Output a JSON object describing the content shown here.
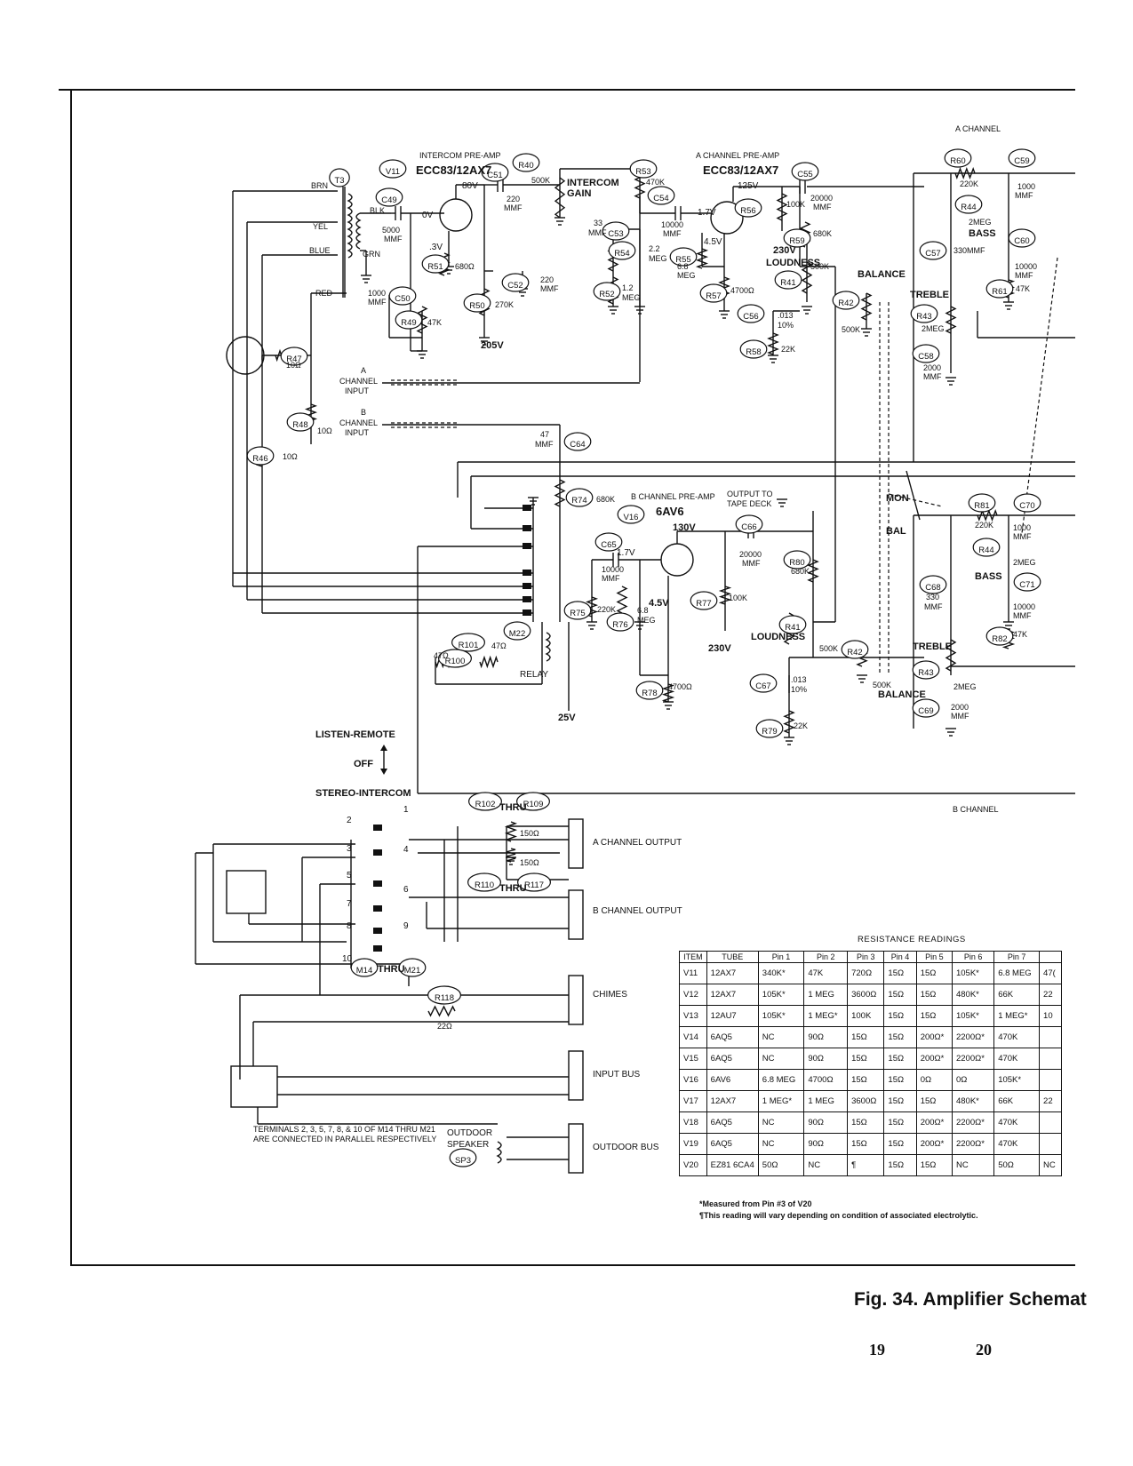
{
  "figure": {
    "caption": "Fig. 34. Amplifier Schemat",
    "page_left": "19",
    "page_right": "20"
  },
  "headings": {
    "a_channel": "A CHANNEL",
    "b_channel": "B CHANNEL",
    "intercom_preamp": "INTERCOM PRE-AMP",
    "a_preamp": "A CHANNEL PRE-AMP",
    "b_preamp": "B CHANNEL PRE-AMP",
    "output_tape_1": "OUTPUT TO",
    "output_tape_2": "TAPE DECK"
  },
  "tubes": {
    "v11_intercom": "ECC83/12AX7",
    "v11_a": "ECC83/12AX7",
    "v16": "6AV6"
  },
  "voltages": {
    "v80": "80V",
    "v125": "125V",
    "v0": "0V",
    "v03": ".3V",
    "v17a": "1.7V",
    "v45a": "4.5V",
    "v230a": "230V",
    "v205": "205V",
    "v130": "130V",
    "v17b": "1.7V",
    "v45b": "4.5V",
    "v230b": "230V",
    "v25": "25V"
  },
  "labels": {
    "intercom_gain": "INTERCOM",
    "gain": "GAIN",
    "loudness": "LOUDNESS",
    "balance": "BALANCE",
    "treble": "TREBLE",
    "bass": "BASS",
    "mon": "MON",
    "bal": "BAL",
    "relay": "RELAY",
    "listen_remote": "LISTEN-REMOTE",
    "off": "OFF",
    "stereo_intercom": "STEREO-INTERCOM",
    "a_channel_input_1": "A",
    "a_channel_input_2": "CHANNEL",
    "a_channel_input_3": "INPUT",
    "b_channel_input_1": "B",
    "b_channel_input_2": "CHANNEL",
    "b_channel_input_3": "INPUT",
    "a_channel_output": "A CHANNEL OUTPUT",
    "b_channel_output": "B CHANNEL OUTPUT",
    "chimes": "CHIMES",
    "input_bus": "INPUT BUS",
    "outdoor_bus": "OUTDOOR BUS",
    "outdoor_speaker_1": "OUTDOOR",
    "outdoor_speaker_2": "SPEAKER",
    "terminals_note_1": "TERMINALS 2, 3, 5, 7, 8, & 10 OF M14 THRU M21",
    "terminals_note_2": "ARE CONNECTED IN PARALLEL RESPECTIVELY",
    "thru": "THRU",
    "brn": "BRN",
    "yel": "YEL",
    "blue": "BLUE",
    "red": "RED",
    "blk": "BLK",
    "grn": "GRN"
  },
  "components": {
    "T3": "T3",
    "C49": "C49",
    "V11": "V11",
    "C51": "C51",
    "R40": "R40",
    "R53": "R53",
    "C54": "C54",
    "R56": "R56",
    "C55": "C55",
    "R60": "R60",
    "C59": "C59",
    "R44": "R44",
    "C57": "C57",
    "C60": "C60",
    "R61": "R61",
    "R51": "R51",
    "C50": "C50",
    "R49": "R49",
    "R50": "R50",
    "C52": "C52",
    "C53": "C53",
    "R54": "R54",
    "R52": "R52",
    "R55": "R55",
    "R57": "R57",
    "R59": "R59",
    "R41": "R41",
    "R42": "R42",
    "C56": "C56",
    "R58": "R58",
    "R43": "R43",
    "C58": "C58",
    "R47": "R47",
    "R48": "R48",
    "R46": "R46",
    "C64": "C64",
    "R74": "R74",
    "V16": "V16",
    "C66": "C66",
    "C65": "C65",
    "R80": "R80",
    "R77": "R77",
    "R75": "R75",
    "R76": "R76",
    "R78": "R78",
    "M22": "M22",
    "R101": "R101",
    "R100": "R100",
    "R81": "R81",
    "C70": "C70",
    "R44b": "R44",
    "C71": "C71",
    "C68": "C68",
    "R82": "R82",
    "R41b": "R41",
    "R42b": "R42",
    "R43b": "R43",
    "C67": "C67",
    "R79": "R79",
    "C69": "C69",
    "R102": "R102",
    "R109": "R109",
    "R110": "R110",
    "R117": "R117",
    "M14": "M14",
    "M21": "M21",
    "R118": "R118",
    "SP3": "SP3"
  },
  "values": {
    "c49": "5000",
    "c49u": "MMF",
    "c51": "220",
    "c51u": "MMF",
    "r40": "500K",
    "r53": "470K",
    "c54": "10000",
    "c54u": "MMF",
    "r56": "100K",
    "c55": "20000",
    "c55u": "MMF",
    "r60": "220K",
    "c59": "1000",
    "c59u": "MMF",
    "r44": "2MEG",
    "c57": "330MMF",
    "c60": "10000",
    "c60u": "MMF",
    "r61": "47K",
    "r51": "680Ω",
    "c50": "1000",
    "c50u": "MMF",
    "r49": "47K",
    "r50": "270K",
    "c52": "220",
    "c52u": "MMF",
    "c53": "33",
    "c53u": "MMF",
    "r54": "2.2",
    "r54u": "MEG",
    "r52": "1.2",
    "r52u": "MEG",
    "r55": "6.8",
    "r55u": "MEG",
    "r57": "4700Ω",
    "r59": "680K",
    "r41": "500K",
    "r42": "500K",
    "c56": ".013",
    "c56u": "10%",
    "r58": "22K",
    "r43": "2MEG",
    "c58": "2000",
    "c58u": "MMF",
    "r47": "10Ω",
    "r48": "10Ω",
    "r46": "10Ω",
    "c64": "47",
    "c64u": "MMF",
    "r74": "680K",
    "c66": "20000",
    "c66u": "MMF",
    "c65": "10000",
    "c65u": "MMF",
    "r80": "680K",
    "r77": "100K",
    "r75": "220K",
    "r76": "6.8",
    "r76u": "MEG",
    "r78": "4700Ω",
    "r101": "47Ω",
    "r100": "47Ω",
    "r81": "220K",
    "c70": "1000",
    "c70u": "MMF",
    "r44b": "2MEG",
    "c71": "10000",
    "c71u": "MMF",
    "c68": "330",
    "c68u": "MMF",
    "r82": "47K",
    "r41b": "500K",
    "r42b": "500K",
    "r43b": "2MEG",
    "c67": ".013",
    "c67u": "10%",
    "r79": "22K",
    "c69": "2000",
    "c69u": "MMF",
    "res150a": "150Ω",
    "res150b": "150Ω",
    "r118": "22Ω"
  },
  "table": {
    "title": "RESISTANCE READINGS",
    "headers": [
      "ITEM",
      "TUBE",
      "Pin 1",
      "Pin 2",
      "Pin 3",
      "Pin 4",
      "Pin 5",
      "Pin 6",
      "Pin 7",
      ""
    ],
    "rows": [
      [
        "V11",
        "12AX7",
        "340K*",
        "47K",
        "720Ω",
        "15Ω",
        "15Ω",
        "105K*",
        "6.8 MEG",
        "47("
      ],
      [
        "V12",
        "12AX7",
        "105K*",
        "1 MEG",
        "3600Ω",
        "15Ω",
        "15Ω",
        "480K*",
        "66K",
        "22"
      ],
      [
        "V13",
        "12AU7",
        "105K*",
        "1 MEG*",
        "100K",
        "15Ω",
        "15Ω",
        "105K*",
        "1 MEG*",
        "10"
      ],
      [
        "V14",
        "6AQ5",
        "NC",
        "90Ω",
        "15Ω",
        "15Ω",
        "200Ω*",
        "2200Ω*",
        "470K",
        ""
      ],
      [
        "V15",
        "6AQ5",
        "NC",
        "90Ω",
        "15Ω",
        "15Ω",
        "200Ω*",
        "2200Ω*",
        "470K",
        ""
      ],
      [
        "V16",
        "6AV6",
        "6.8 MEG",
        "4700Ω",
        "15Ω",
        "15Ω",
        "0Ω",
        "0Ω",
        "105K*",
        ""
      ],
      [
        "V17",
        "12AX7",
        "1 MEG*",
        "1 MEG",
        "3600Ω",
        "15Ω",
        "15Ω",
        "480K*",
        "66K",
        "22"
      ],
      [
        "V18",
        "6AQ5",
        "NC",
        "90Ω",
        "15Ω",
        "15Ω",
        "200Ω*",
        "2200Ω*",
        "470K",
        ""
      ],
      [
        "V19",
        "6AQ5",
        "NC",
        "90Ω",
        "15Ω",
        "15Ω",
        "200Ω*",
        "2200Ω*",
        "470K",
        ""
      ],
      [
        "V20",
        "EZ81 6CA4",
        "50Ω",
        "NC",
        "¶",
        "15Ω",
        "15Ω",
        "NC",
        "50Ω",
        "NC"
      ]
    ],
    "note1": "*Measured from Pin #3 of V20",
    "note2": "¶This reading will vary depending on condition of associated electrolytic."
  },
  "switch_numbers": [
    "1",
    "2",
    "3",
    "4",
    "5",
    "6",
    "7",
    "8",
    "9",
    "10"
  ]
}
